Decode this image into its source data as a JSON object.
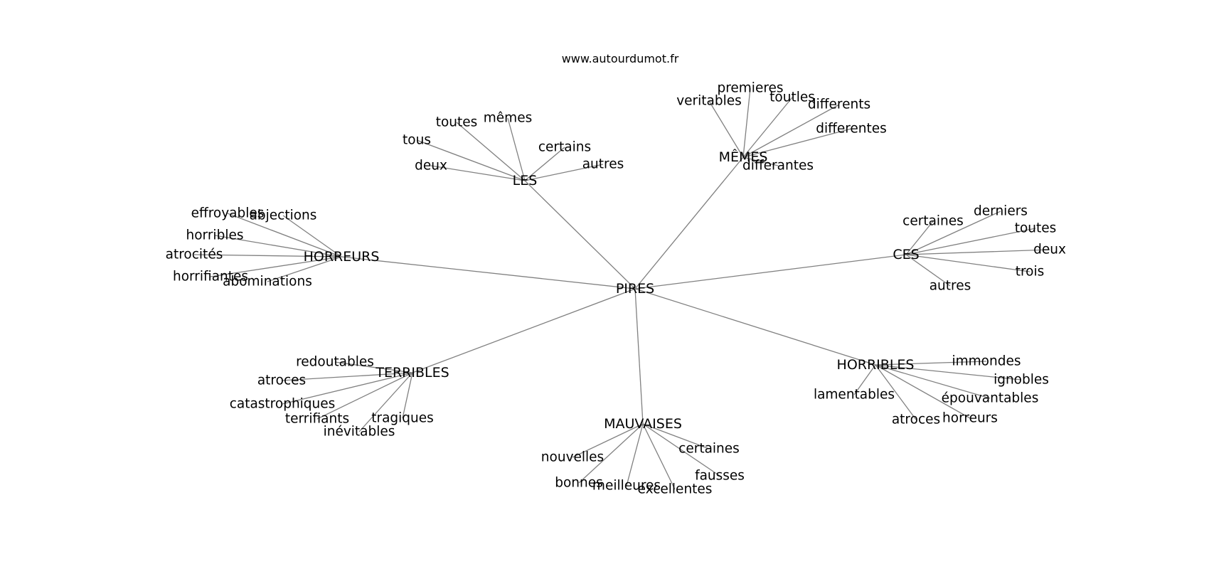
{
  "site": "www.autourdumot.fr",
  "center": "PIRES",
  "hubs": [
    {
      "id": "les",
      "label": "LES",
      "leaves": [
        "toutes",
        "mêmes",
        "tous",
        "certains",
        "deux",
        "autres"
      ]
    },
    {
      "id": "memes",
      "label": "MÊMES",
      "leaves": [
        "premieres",
        "veritables",
        "toutles",
        "differents",
        "differentes",
        "differantes"
      ]
    },
    {
      "id": "horreurs",
      "label": "HORREURS",
      "leaves": [
        "effroyables",
        "abjections",
        "horribles",
        "atrocités",
        "horrifiantes",
        "abominations"
      ]
    },
    {
      "id": "ces",
      "label": "CES",
      "leaves": [
        "derniers",
        "certaines",
        "toutes",
        "deux",
        "trois",
        "autres"
      ]
    },
    {
      "id": "terribles",
      "label": "TERRIBLES",
      "leaves": [
        "redoutables",
        "atroces",
        "catastrophiques",
        "terrifiants",
        "tragiques",
        "inévitables"
      ]
    },
    {
      "id": "horribles",
      "label": "HORRIBLES",
      "leaves": [
        "immondes",
        "ignobles",
        "lamentables",
        "épouvantables",
        "horreurs",
        "atroces"
      ]
    },
    {
      "id": "mauvaises",
      "label": "MAUVAISES",
      "leaves": [
        "certaines",
        "nouvelles",
        "fausses",
        "bonnes",
        "meilleures",
        "excellentes"
      ]
    }
  ]
}
